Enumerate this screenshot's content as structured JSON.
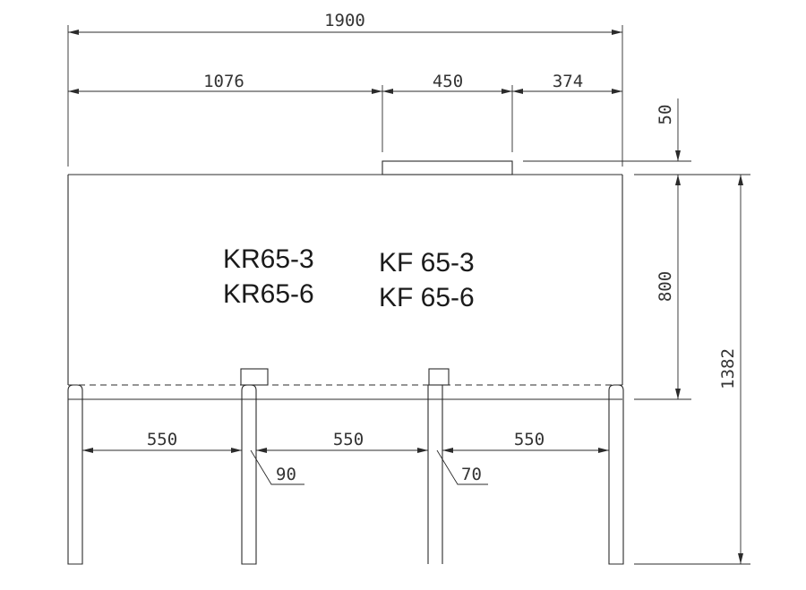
{
  "dimensions": {
    "overall_width": "1900",
    "segment_left": "1076",
    "segment_middle": "450",
    "segment_right": "374",
    "top_unit_height": "50",
    "body_height": "800",
    "total_height": "1382",
    "leg_span_1": "550",
    "leg_span_2": "550",
    "leg_span_3": "550",
    "leg_width_note": "90",
    "post_width_note": "70"
  },
  "models": {
    "left_line_1": "KR65-3",
    "left_line_2": "KR65-6",
    "right_line_1": "KF 65-3",
    "right_line_2": "KF 65-6"
  }
}
